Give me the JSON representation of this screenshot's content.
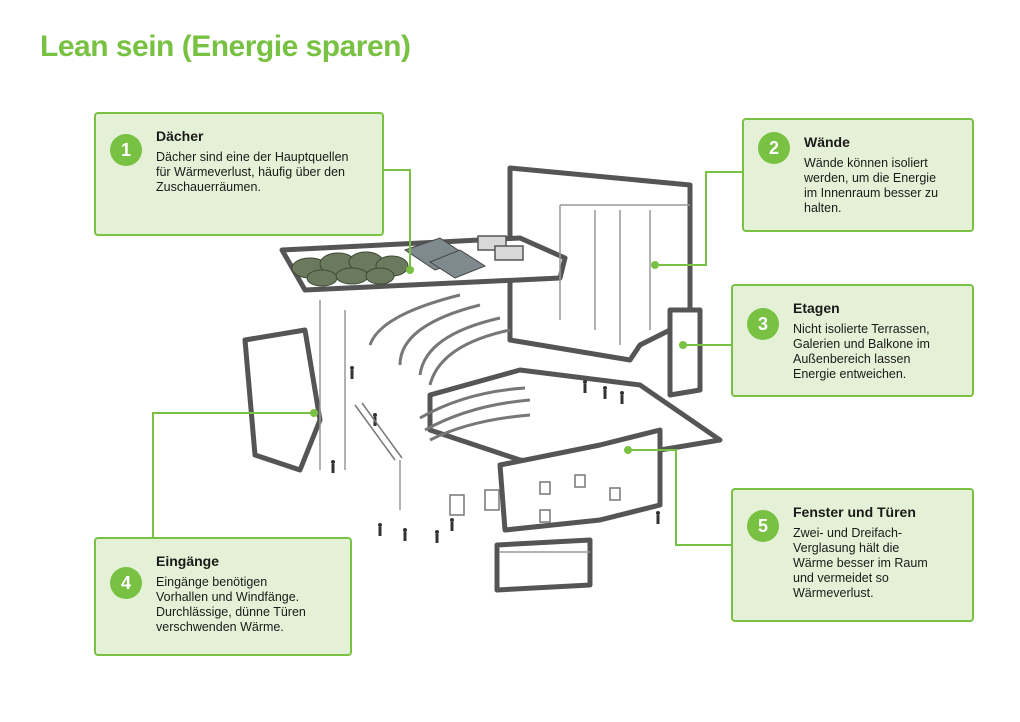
{
  "title": "Lean sein (Energie sparen)",
  "colors": {
    "accent": "#79c143",
    "card_bg": "#e5f1d6",
    "text": "#1a1a1a"
  },
  "cards": [
    {
      "number": "1",
      "heading": "Dächer",
      "lines": [
        "Dächer sind eine der Hauptquellen",
        "für Wärmeverlust, häufig über den",
        "Zuschauerräumen."
      ]
    },
    {
      "number": "2",
      "heading": "Wände",
      "lines": [
        "Wände können isoliert",
        "werden, um die Energie",
        "im Innenraum besser zu",
        "halten."
      ]
    },
    {
      "number": "3",
      "heading": "Etagen",
      "lines": [
        "Nicht isolierte Terrassen,",
        "Galerien und Balkone im",
        "Außenbereich lassen",
        "Energie entweichen."
      ]
    },
    {
      "number": "4",
      "heading": "Eingänge",
      "lines": [
        "Eingänge benötigen",
        "Vorhallen und Windfänge.",
        "Durchlässige, dünne Türen",
        "verschwenden Wärme."
      ]
    },
    {
      "number": "5",
      "heading": "Fenster und Türen",
      "lines": [
        "Zwei- und Dreifach-",
        "Verglasung hält die",
        "Wärme besser im Raum",
        "und vermeidet so",
        "Wärmeverlust."
      ]
    }
  ]
}
